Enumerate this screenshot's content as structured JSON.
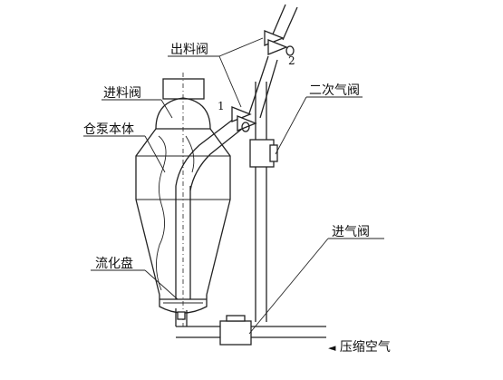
{
  "labels": {
    "discharge_valve": "出料阀",
    "inlet_valve": "进料阀",
    "pump_body": "仓泵本体",
    "secondary_air_valve": "二次气阀",
    "intake_valve": "进气阀",
    "fluidizing_disc": "流化盘",
    "compressed_air": "压缩空气"
  },
  "numbers": {
    "one": "1",
    "two": "2"
  },
  "arrow_glyph": "◄",
  "colors": {
    "line": "#222222",
    "background": "#ffffff",
    "text": "#111111"
  }
}
